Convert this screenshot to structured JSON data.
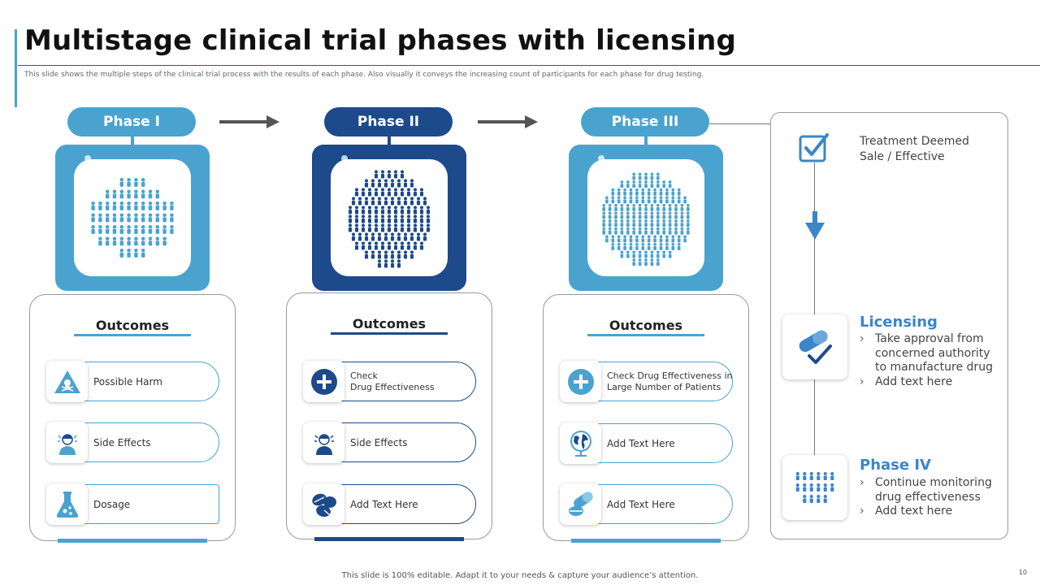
{
  "title": "Multistage clinical trial phases with licensing",
  "subtitle": "This slide shows the multiple steps of the clinical trial process with the results of each phase. Also visually it conveys the increasing count of participants for each phase for drug testing.",
  "colors": {
    "light_blue": "#4aa3cf",
    "dark_blue": "#1d4a8a",
    "accent_blue": "#3b86c9"
  },
  "phases": [
    {
      "label": "Phase I",
      "outcomes_title": "Outcomes",
      "items": [
        {
          "icon": "hazard-icon",
          "text": "Possible Harm"
        },
        {
          "icon": "sick-person-icon",
          "text": "Side Effects"
        },
        {
          "icon": "flask-icon",
          "text": "Dosage"
        }
      ]
    },
    {
      "label": "Phase II",
      "outcomes_title": "Outcomes",
      "items": [
        {
          "icon": "plus-icon",
          "text_line1": "Check",
          "text_line2": "Drug Effectiveness"
        },
        {
          "icon": "sick-person-icon",
          "text": "Side Effects"
        },
        {
          "icon": "pills-icon",
          "text": "Add Text Here"
        }
      ]
    },
    {
      "label": "Phase III",
      "outcomes_title": "Outcomes",
      "items": [
        {
          "icon": "plus-icon",
          "text_line1": "Check Drug Effectiveness in",
          "text_line2": "Large Number of Patients"
        },
        {
          "icon": "globe-icon",
          "text": "Add Text Here"
        },
        {
          "icon": "capsules-icon",
          "text": "Add Text Here"
        }
      ]
    }
  ],
  "right_panel": {
    "treatment_line1": "Treatment Deemed",
    "treatment_line2": "Sale / Effective",
    "licensing": {
      "heading": "Licensing",
      "bullets": [
        "Take approval from",
        "concerned authority",
        "to manufacture drug",
        "Add text here"
      ]
    },
    "phase4": {
      "heading": "Phase IV",
      "bullets": [
        "Continue monitoring",
        "drug effectiveness",
        "Add text here"
      ]
    }
  },
  "footer": "This slide is 100% editable. Adapt it to your needs & capture your audience’s attention.",
  "page_number": "10"
}
